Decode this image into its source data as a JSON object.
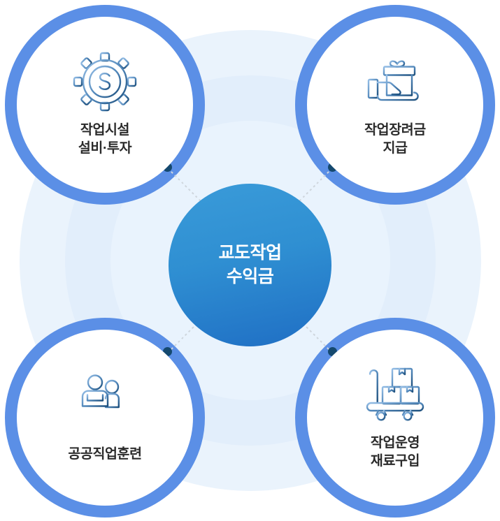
{
  "diagram": {
    "type": "hub-and-spoke",
    "center": {
      "label": "교도작업\n수익금",
      "gradient_from": "#3a9bd9",
      "gradient_to": "#1f6ec4",
      "text_color": "#ffffff"
    },
    "accent_colors": {
      "frame_blue": "#5b8fe6",
      "halo_outer": "#eaf3fc",
      "halo_middle": "#e2eefb",
      "halo_inner": "#e9f3fd",
      "connector_dot": "#15496f",
      "connector_line": "#cfd6dd",
      "label_text": "#2b2b2b",
      "icon_light": "#8fb9e3",
      "icon_dark": "#1d4f7c"
    },
    "nodes": [
      {
        "position": "top-left",
        "icon": "gear-dollar-icon",
        "label": "작업시설\n설비·투자"
      },
      {
        "position": "top-right",
        "icon": "hand-gift-icon",
        "label": "작업장려금\n지급"
      },
      {
        "position": "bottom-left",
        "icon": "two-people-icon",
        "label": "공공직업훈련"
      },
      {
        "position": "bottom-right",
        "icon": "hand-truck-boxes-icon",
        "label": "작업운영\n재료구입"
      }
    ]
  }
}
